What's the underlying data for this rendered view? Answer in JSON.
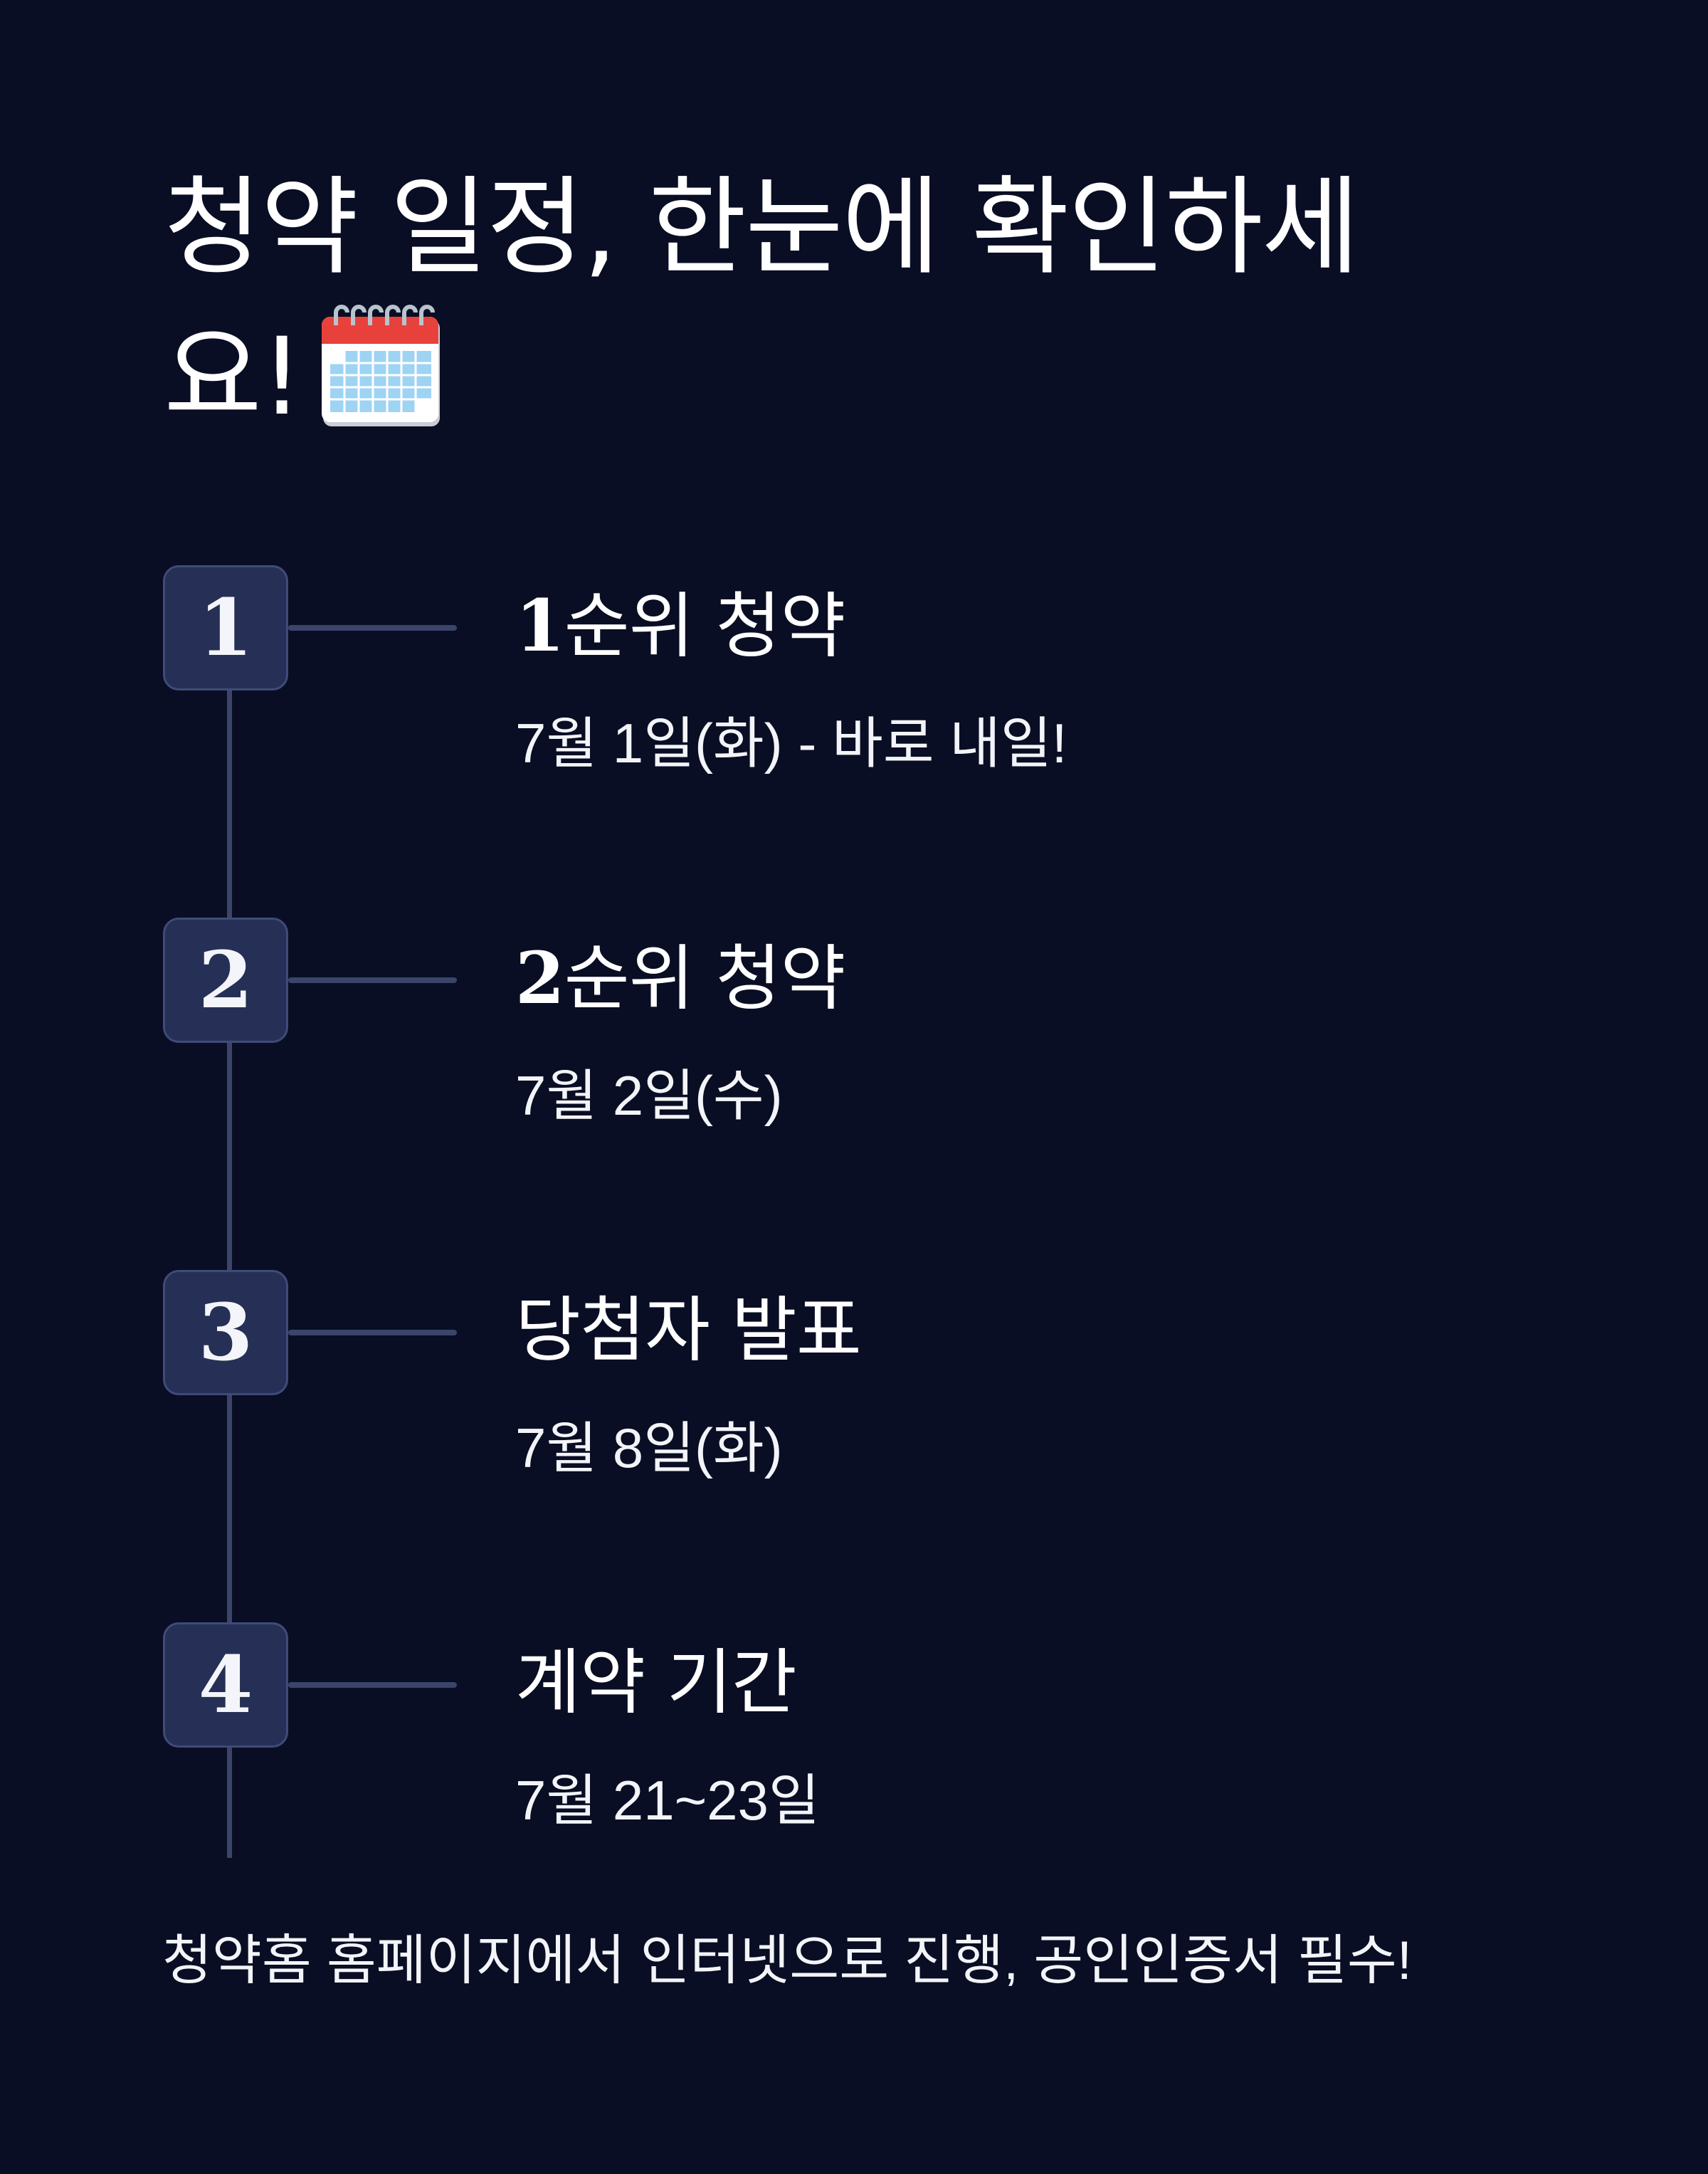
{
  "header": {
    "title_line1": "청약 일정, 한눈에 확인하세",
    "title_line2": "요!",
    "title_icon": "calendar-icon"
  },
  "timeline": {
    "steps": [
      {
        "number": "1",
        "title": "순위 청약",
        "date": "7월 1일(화) - 바로 내일!"
      },
      {
        "number": "2",
        "title": "순위 청약",
        "date": "7월 2일(수)"
      },
      {
        "number": "3",
        "title": "당첨자 발표",
        "date": "7월 8일(화)"
      },
      {
        "number": "4",
        "title": "계약 기간",
        "date": "7월 21~23일"
      }
    ]
  },
  "footer": {
    "note": "청약홈 홈페이지에서 인터넷으로 진행, 공인인증서 필수!"
  },
  "colors": {
    "background": "#090e24",
    "badge_fill": "#263056",
    "badge_border": "#3f4b78",
    "line": "#3b4569",
    "text": "#ffffff"
  }
}
